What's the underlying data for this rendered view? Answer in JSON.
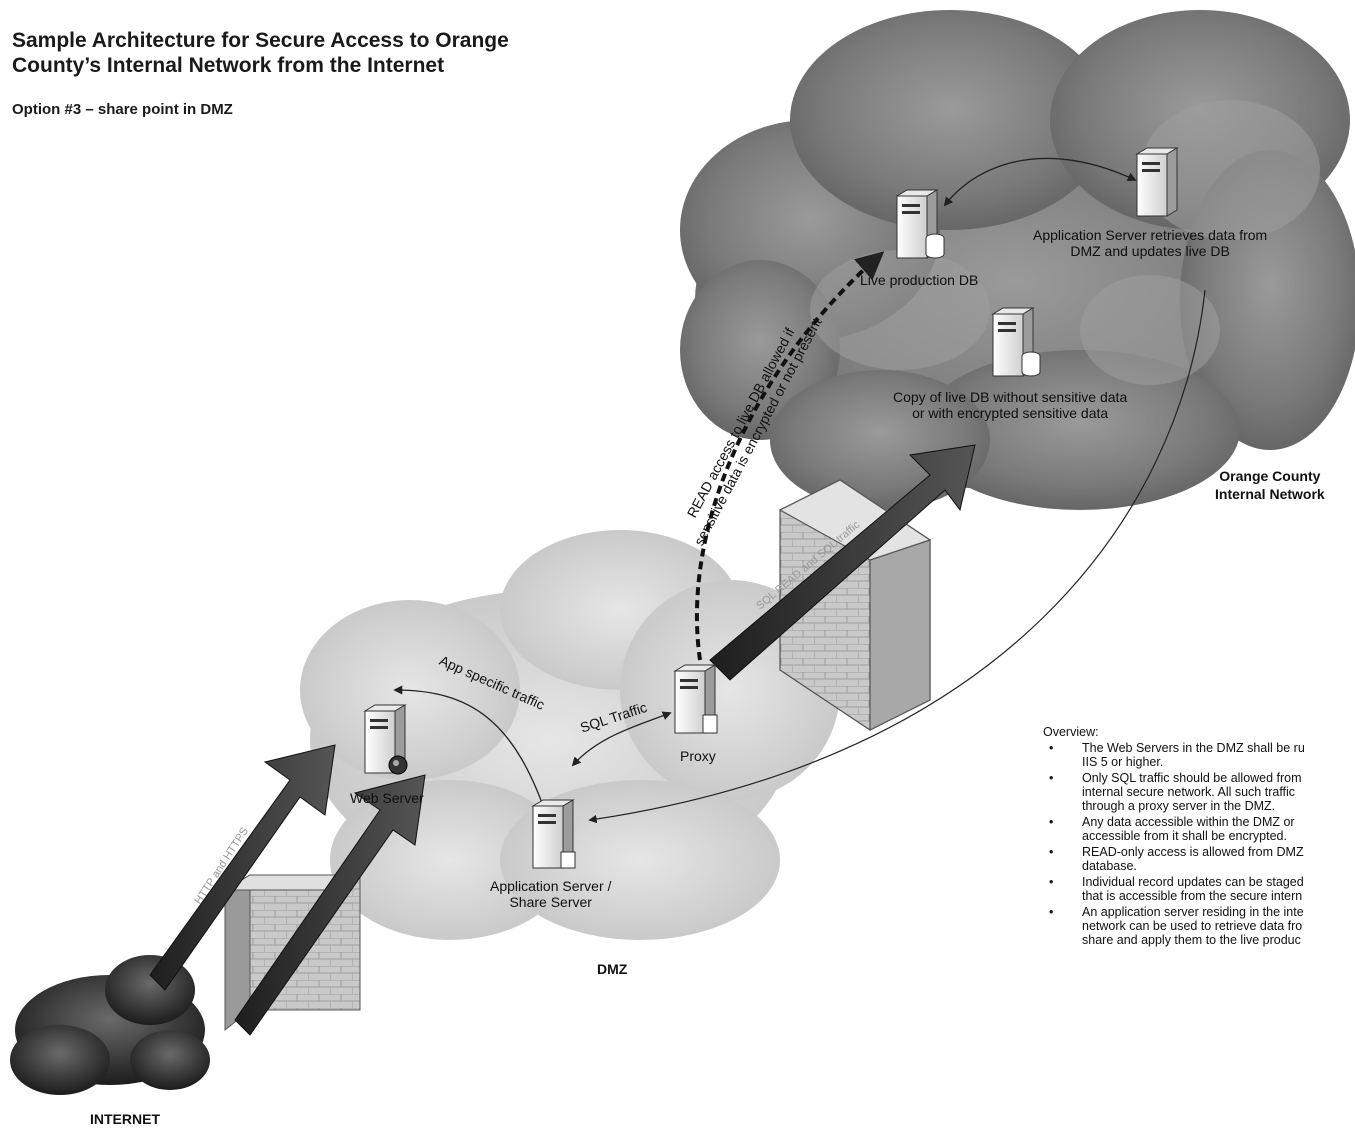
{
  "title_line1": "Sample Architecture for Secure Access to Orange",
  "title_line2": "County’s Internal Network from the Internet",
  "subtitle": "Option #3 – share point in DMZ",
  "zones": {
    "internet": "INTERNET",
    "dmz": "DMZ",
    "internal_line1": "Orange County",
    "internal_line2": "Internal Network"
  },
  "nodes": {
    "web_server": "Web Server",
    "app_server_line1": "Application Server /",
    "app_server_line2": "Share Server",
    "proxy": "Proxy",
    "live_db": "Live production DB",
    "copy_db_line1": "Copy of live DB without sensitive data",
    "copy_db_line2": "or with encrypted sensitive data",
    "internal_app_line1": "Application Server retrieves data from",
    "internal_app_line2": "DMZ and updates live DB"
  },
  "links": {
    "app_specific": "App specific traffic",
    "sql_traffic": "SQL Traffic",
    "read_access_line1": "READ access to live DB allowed if",
    "read_access_line2": "sensitive data is encrypted or not present"
  },
  "overview": {
    "heading": "Overview:",
    "items": [
      [
        "The Web Servers in the DMZ shall be ru",
        "IIS 5 or higher."
      ],
      [
        "Only SQL traffic should be allowed from",
        "internal secure network. All such traffic",
        "through a proxy server in the DMZ."
      ],
      [
        "Any data accessible within the DMZ or",
        "accessible from it shall be encrypted."
      ],
      [
        "READ-only access is allowed from DMZ",
        "database."
      ],
      [
        "Individual record updates can be staged",
        "that is accessible from the secure intern"
      ],
      [
        "An application server residing in the inte",
        "network can be used to retrieve data fro",
        "share and apply them to the live produc"
      ]
    ]
  },
  "colors": {
    "cloud_dark": "#6e6e6e",
    "cloud_light": "#d2d2d2",
    "arrow": "#2e2e2e",
    "firewall": "#bdbdbd"
  }
}
